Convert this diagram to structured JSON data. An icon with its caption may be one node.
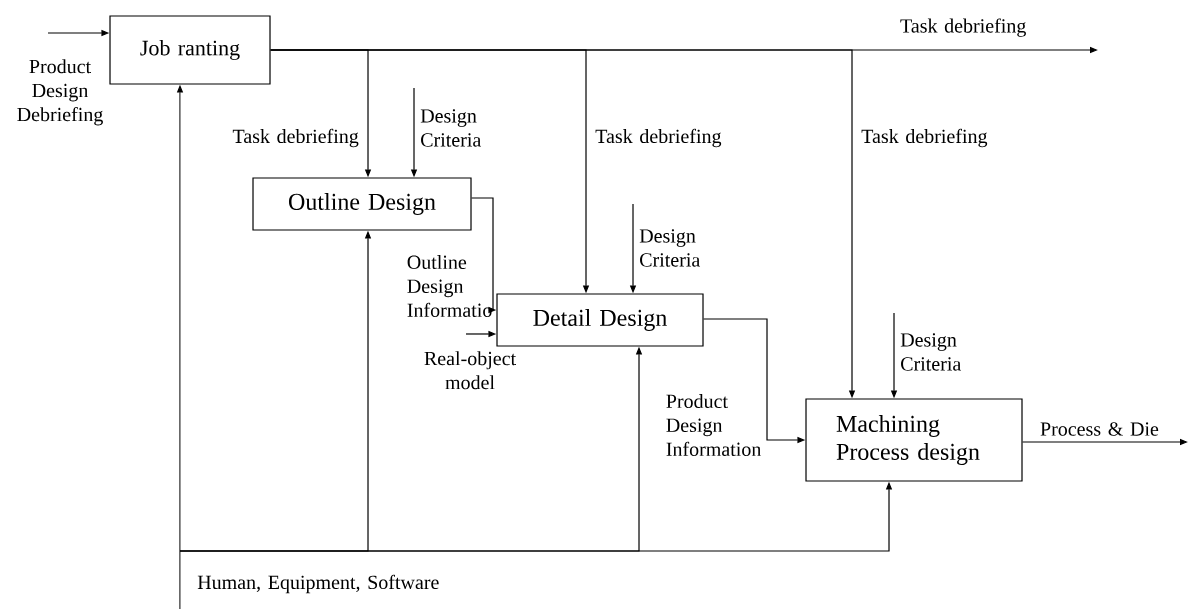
{
  "diagram": {
    "nodes": [
      {
        "text": [
          "Job ranting"
        ]
      },
      {
        "text": [
          "Outline Design"
        ]
      },
      {
        "text": [
          "Detail Design"
        ]
      },
      {
        "text": [
          "Machining Process design"
        ]
      }
    ],
    "edges": [
      {
        "from": null,
        "to": 0,
        "arrow": "to",
        "label": "Product Design Debriefing"
      },
      {
        "from": 0,
        "to": null,
        "arrow": "to",
        "label": "Task debriefing"
      },
      {
        "from": 0,
        "to": 1,
        "arrow": "to",
        "label": "Task debriefing"
      },
      {
        "from": 0,
        "to": 2,
        "arrow": "to",
        "label": "Task debriefing"
      },
      {
        "from": 0,
        "to": 3,
        "arrow": "to",
        "label": "Task debriefing"
      },
      {
        "from": null,
        "to": 1,
        "arrow": "to",
        "label": "Design Criteria"
      },
      {
        "from": null,
        "to": 2,
        "arrow": "to",
        "label": "Design Criteria"
      },
      {
        "from": null,
        "to": 3,
        "arrow": "to",
        "label": "Design Criteria"
      },
      {
        "from": 1,
        "to": 2,
        "arrow": "to",
        "label": "Outline Design Informatio"
      },
      {
        "from": null,
        "to": 2,
        "arrow": "to",
        "label": "Real-object model"
      },
      {
        "from": 2,
        "to": 3,
        "arrow": "to",
        "label": "Product Design Information"
      },
      {
        "from": 3,
        "to": null,
        "arrow": "to",
        "label": "Process & Die"
      },
      {
        "from": null,
        "to": 0,
        "arrow": "to",
        "label": "Human, Equipment, Software"
      },
      {
        "from": null,
        "to": 1,
        "arrow": "to"
      },
      {
        "from": null,
        "to": 2,
        "arrow": "to"
      },
      {
        "from": null,
        "to": 3,
        "arrow": "to"
      }
    ]
  }
}
